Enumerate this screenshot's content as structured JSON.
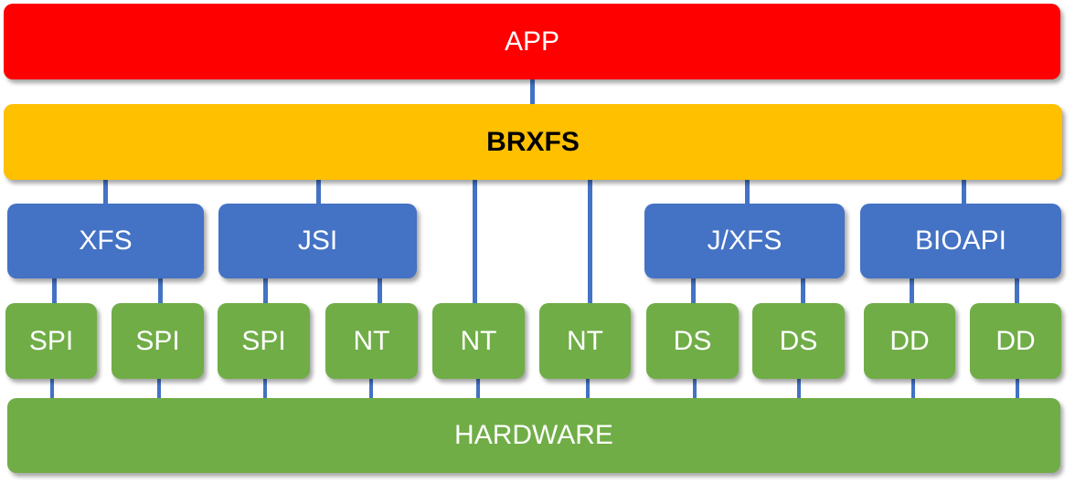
{
  "diagram": {
    "app": "APP",
    "middleware": "BRXFS",
    "hardware": "HARDWARE",
    "interfaces": [
      "XFS",
      "JSI",
      "J/XFS",
      "BIOAPI"
    ],
    "components": [
      "SPI",
      "SPI",
      "SPI",
      "NT",
      "NT",
      "NT",
      "DS",
      "DS",
      "DD",
      "DD"
    ]
  }
}
